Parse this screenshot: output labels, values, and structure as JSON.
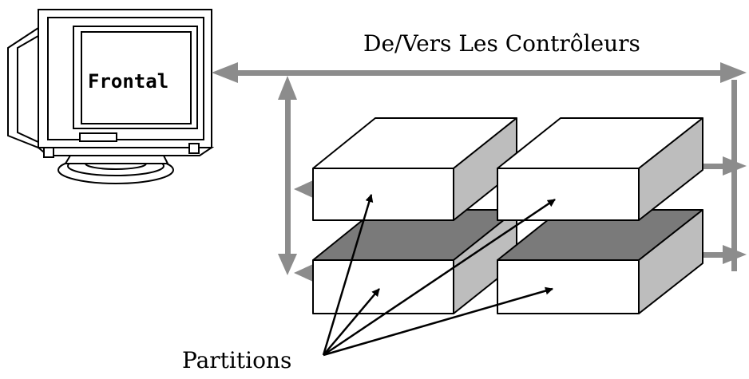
{
  "labels": {
    "monitor_screen": "Frontal",
    "bus": "De/Vers Les Contrôleurs",
    "partitions": "Partitions"
  },
  "colors": {
    "stroke": "#000000",
    "arrow_gray": "#8c8c8c",
    "box_side": "#bdbdbd",
    "box_top_dark": "#7a7a7a",
    "box_face": "#ffffff"
  },
  "icons": {
    "monitor": "crt-monitor-icon"
  }
}
